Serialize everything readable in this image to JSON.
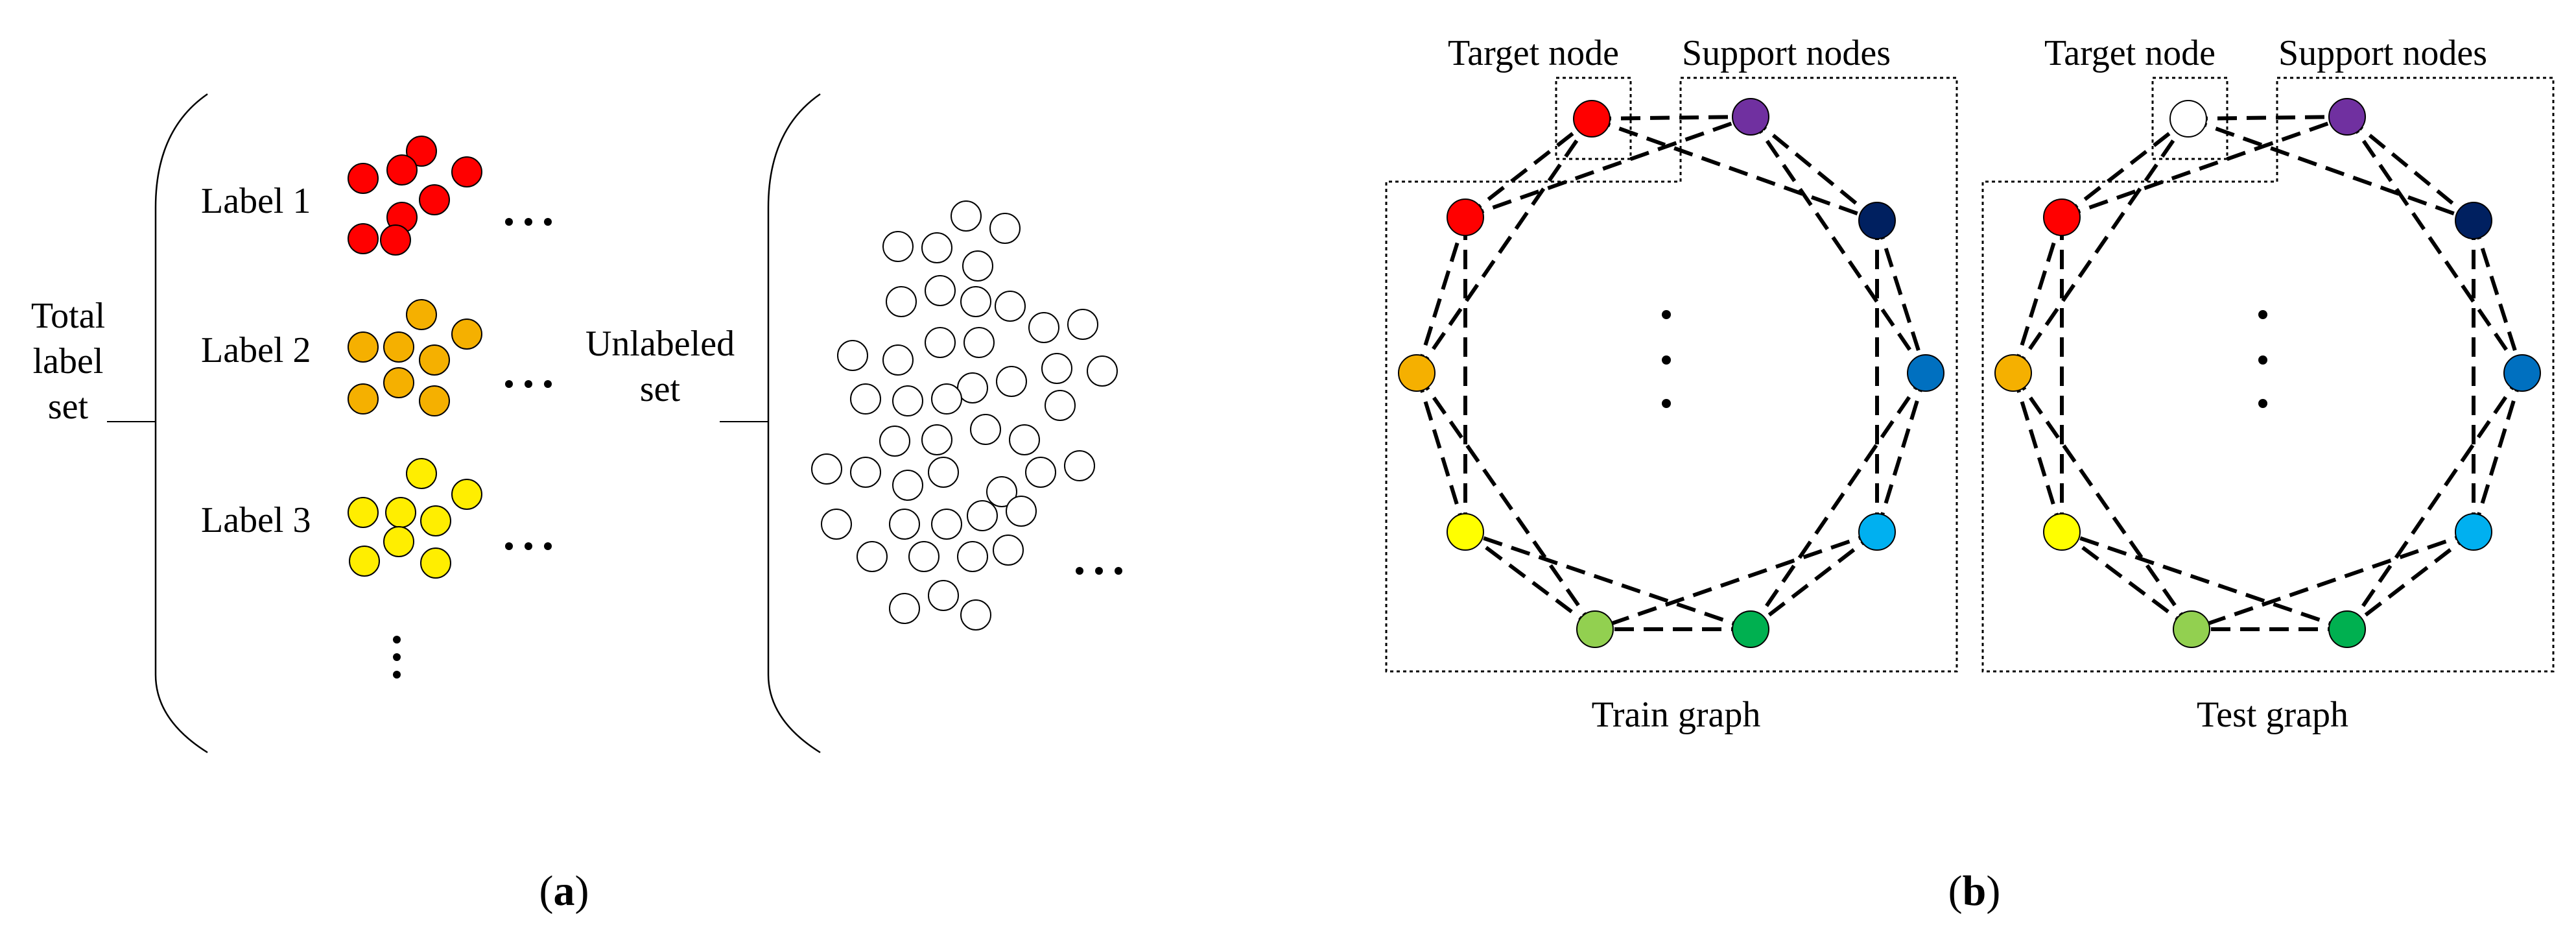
{
  "panel_a": {
    "total_label_set": [
      "Total",
      "label",
      "set"
    ],
    "label_names": [
      "Label 1",
      "Label 2",
      "Label 3"
    ],
    "label_colors": [
      "#ff0000",
      "#f5b000",
      "#ffee00"
    ],
    "ellipsis": "...",
    "unlabeled_set": [
      "Unlabeled",
      "set"
    ],
    "caption_open": "(",
    "caption_letter": "a",
    "caption_close": ")"
  },
  "panel_b": {
    "graphs": [
      {
        "title_target": "Target node",
        "title_support": "Support nodes",
        "caption": "Train graph",
        "target_color": "#ff0000"
      },
      {
        "title_target": "Target node",
        "title_support": "Support nodes",
        "caption": "Test graph",
        "target_color": "#ffffff"
      }
    ],
    "ring_colors": [
      "#ff0000",
      "#7030a0",
      "#002060",
      "#0070c0",
      "#00b0f0",
      "#00b050",
      "#92d050",
      "#ffff00",
      "#f5b000",
      "#ff0000"
    ],
    "caption_open": "(",
    "caption_letter": "b",
    "caption_close": ")"
  }
}
